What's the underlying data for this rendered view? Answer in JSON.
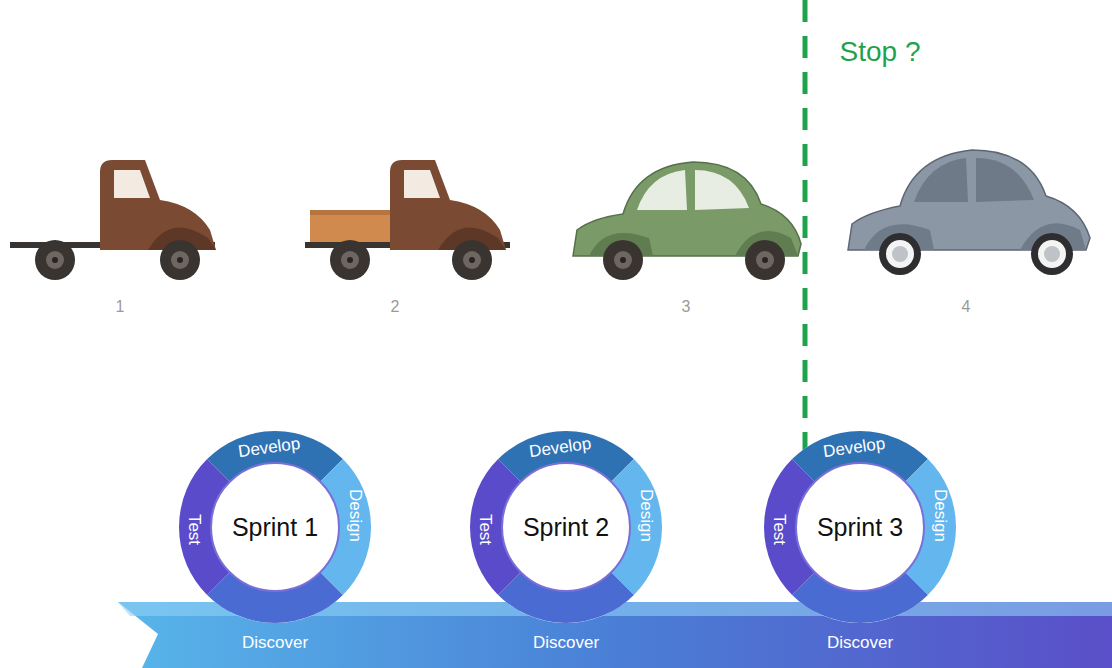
{
  "diagram": {
    "nodes": [
      {
        "text": [
          "Sprint 1",
          "Develop",
          "Design",
          "Test"
        ]
      },
      {
        "text": [
          "Sprint 2",
          "Develop",
          "Design",
          "Test"
        ]
      },
      {
        "text": [
          "Sprint 3",
          "Develop",
          "Design",
          "Test"
        ]
      },
      {
        "text": [
          "Discover",
          "Discover",
          "Discover"
        ]
      }
    ],
    "labels": [
      "Stop ?",
      "1",
      "2",
      "3",
      "4"
    ]
  }
}
